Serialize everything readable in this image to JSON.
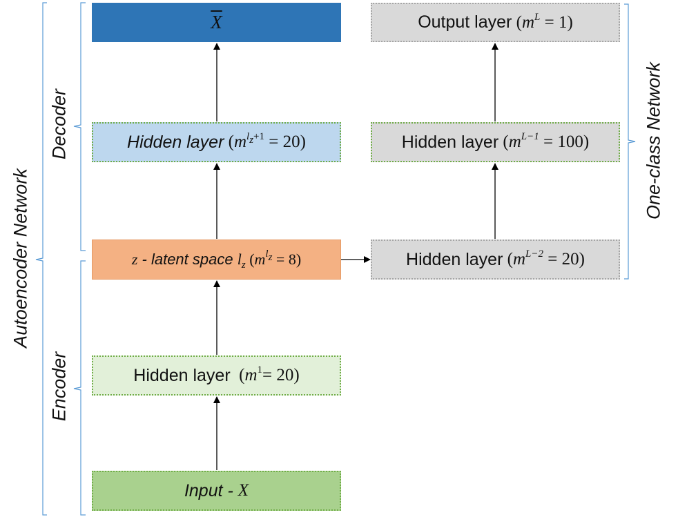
{
  "colors": {
    "xbar_fill": "#2e75b6",
    "decoder_hidden_fill": "#bdd7ee",
    "decoder_hidden_border": "#70ad47",
    "latent_fill": "#f4b183",
    "encoder_hidden_fill": "#e2f0d9",
    "input_fill": "#a9d18e",
    "input_border": "#70ad47",
    "oneclass_fill": "#d9d9d9",
    "oneclass_border": "#a5a5a5",
    "brace": "#5b9bd5",
    "arrow": "#000000"
  },
  "boxes": {
    "xbar": {
      "symbol": "X"
    },
    "decoder_hidden": {
      "label": "Hidden layer",
      "m": "m",
      "sup": "l",
      "sup_sub": "z",
      "sup_tail": "+1",
      "eq": "= 20)"
    },
    "latent": {
      "z": "z",
      "label": " - latent space ",
      "l": "l",
      "l_sub": "z",
      "m": "m",
      "sup": "l",
      "sup_sub": "z",
      "eq": "= 8)"
    },
    "encoder_hidden": {
      "label": "Hidden layer",
      "m": "m",
      "sup": "1",
      "eq": "= 20)"
    },
    "input": {
      "label": "Input - ",
      "symbol": "X"
    },
    "output_layer": {
      "label": "Output layer",
      "m": "m",
      "sup": "L",
      "eq": "= 1)"
    },
    "oc_hidden_top": {
      "label": "Hidden layer",
      "m": "m",
      "sup": "L−1",
      "eq": "= 100)"
    },
    "oc_hidden_bottom": {
      "label": "Hidden layer",
      "m": "m",
      "sup": "L−2",
      "eq": "= 20)"
    }
  },
  "side_labels": {
    "autoencoder": "Autoencoder Network",
    "decoder": "Decoder",
    "encoder": "Encoder",
    "oneclass": "One-class Network"
  }
}
